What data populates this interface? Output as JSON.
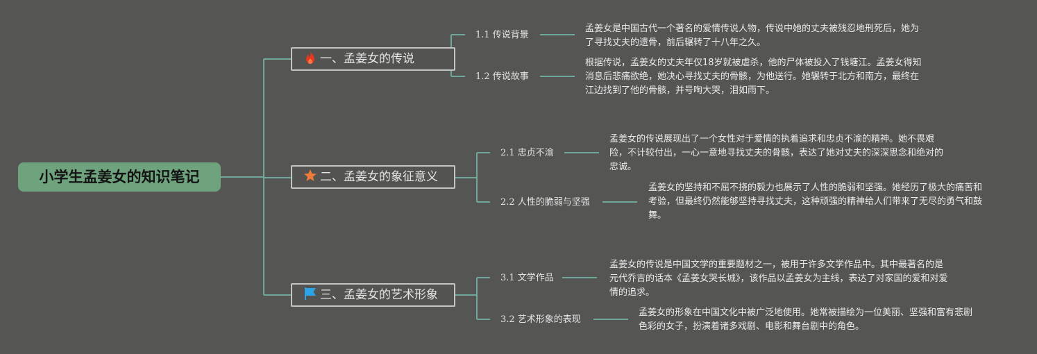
{
  "root": {
    "label": "小学生孟姜女的知识笔记"
  },
  "colors": {
    "background": "#555654",
    "root_fill": "#6fa37e",
    "connector": "#6fa89a",
    "branch_border": "#c4c4c4",
    "icon_fire": "#e8371c",
    "icon_star": "#f07a3a",
    "icon_flag": "#2ba3e6"
  },
  "branches": [
    {
      "label": "一、孟姜女的传说",
      "icon": "fire-icon",
      "children": [
        {
          "label": "1.1 传说背景",
          "text": "孟姜女是中国古代一个著名的爱情传说人物，传说中她的丈夫被残忍地刑死后，她为了寻找丈夫的遗骨，前后辗转了十八年之久。"
        },
        {
          "label": "1.2 传说故事",
          "text": "根据传说，孟姜女的丈夫年仅18岁就被虐杀，他的尸体被投入了钱塘江。孟姜女得知消息后悲痛欲绝，她决心寻找丈夫的骨骸，为他送行。她辗转于北方和南方，最终在江边找到了他的骨骸，并号啕大哭，泪如雨下。"
        }
      ]
    },
    {
      "label": "二、孟姜女的象征意义",
      "icon": "star-icon",
      "children": [
        {
          "label": "2.1 忠贞不渝",
          "text": "孟姜女的传说展现出了一个女性对于爱情的执着追求和忠贞不渝的精神。她不畏艰险，不计较付出，一心一意地寻找丈夫的骨骸，表达了她对丈夫的深深思念和绝对的忠诚。"
        },
        {
          "label": "2.2 人性的脆弱与坚强",
          "text": "孟姜女的坚持和不屈不挠的毅力也展示了人性的脆弱和坚强。她经历了极大的痛苦和考验，但最终仍然能够坚持寻找丈夫，这种顽强的精神给人们带来了无尽的勇气和鼓舞。"
        }
      ]
    },
    {
      "label": "三、孟姜女的艺术形象",
      "icon": "flag-icon",
      "children": [
        {
          "label": "3.1 文学作品",
          "text": "孟姜女的传说是中国文学的重要题材之一，被用于许多文学作品中。其中最著名的是元代乔吉的话本《孟姜女哭长城》，该作品以孟姜女为主线，表达了对家国的爱和对爱情的追求。"
        },
        {
          "label": "3.2 艺术形象的表现",
          "text": "孟姜女的形象在中国文化中被广泛地使用。她常被描绘为一位美丽、坚强和富有悲剧色彩的女子，扮演着诸多戏剧、电影和舞台剧中的角色。"
        }
      ]
    }
  ]
}
